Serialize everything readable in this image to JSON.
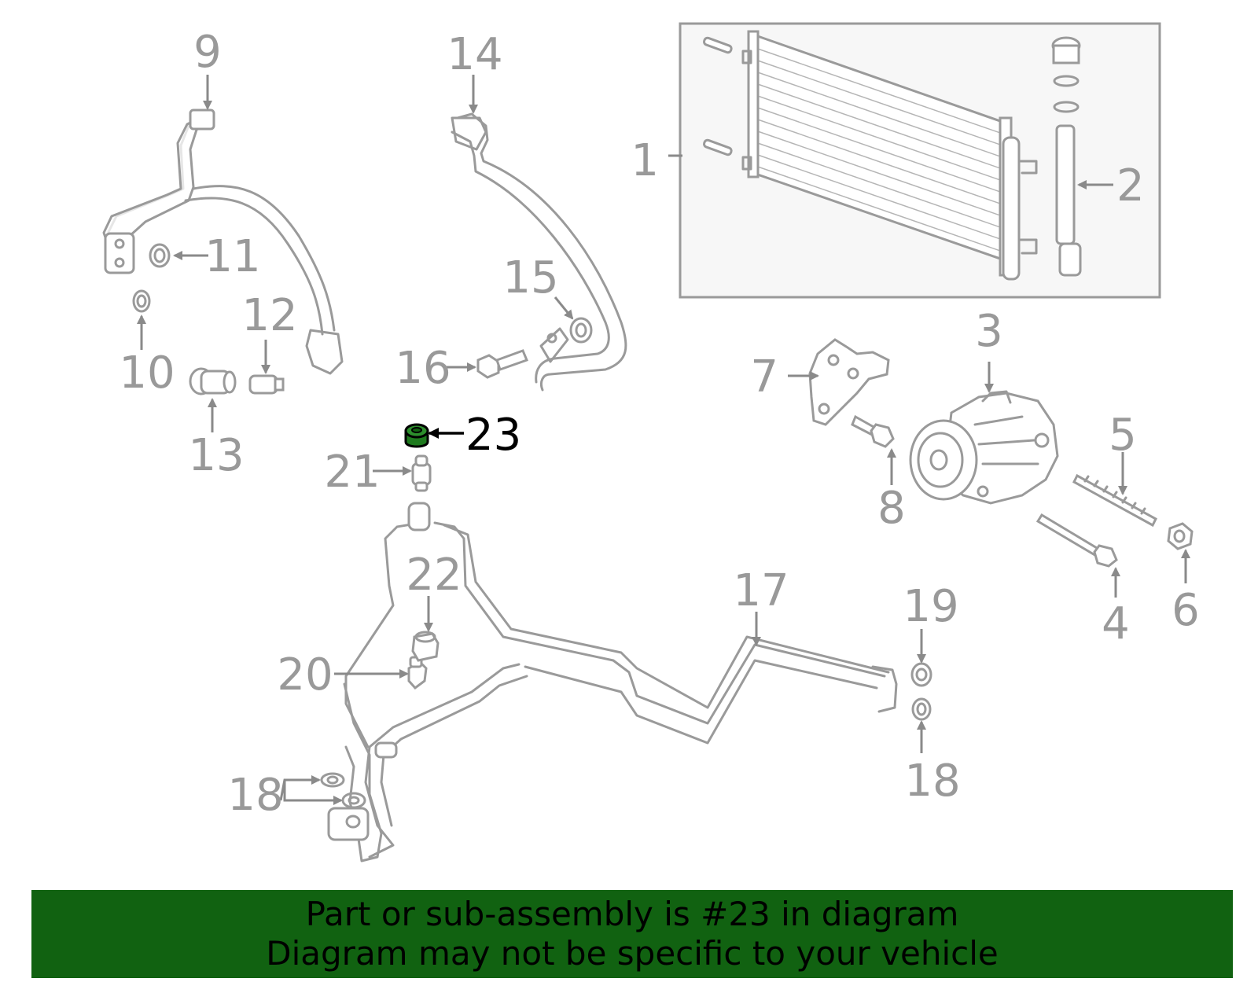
{
  "colors": {
    "banner_background": "#116211",
    "highlight_part": "#1e7a1e",
    "part_stroke": "#9a9a9a",
    "label_gray": "#999999",
    "label_highlight": "#000000"
  },
  "highlighted_part": "23",
  "callouts": {
    "c1": "1",
    "c2": "2",
    "c3": "3",
    "c4": "4",
    "c5": "5",
    "c6": "6",
    "c7": "7",
    "c8": "8",
    "c9": "9",
    "c10": "10",
    "c11": "11",
    "c12": "12",
    "c13": "13",
    "c14": "14",
    "c15": "15",
    "c16": "16",
    "c17": "17",
    "c18a": "18",
    "c18b": "18",
    "c19": "19",
    "c20": "20",
    "c21": "21",
    "c22": "22",
    "c23": "23"
  },
  "banner": {
    "line1": "Part or sub-assembly is #23 in diagram",
    "line2": "Diagram may not be specific to your vehicle"
  }
}
